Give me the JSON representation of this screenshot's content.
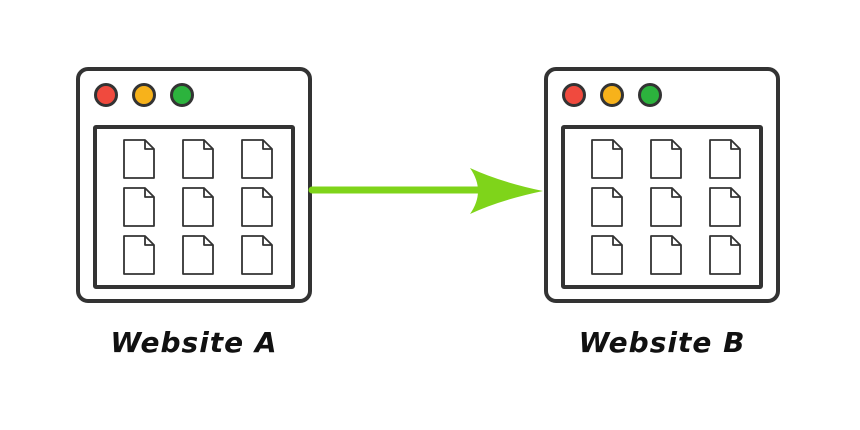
{
  "colors": {
    "outline": "#333333",
    "dot_red": "#f04a3e",
    "dot_yellow": "#f7b21b",
    "dot_green": "#2cb33d",
    "arrow": "#7fd41a"
  },
  "icons": {
    "window_controls": [
      "red-dot-icon",
      "yellow-dot-icon",
      "green-dot-icon"
    ],
    "page": "file-icon",
    "connector": "arrow-right-icon"
  },
  "sites": [
    {
      "label": "Website A",
      "page_count": 9
    },
    {
      "label": "Website B",
      "page_count": 9
    }
  ]
}
